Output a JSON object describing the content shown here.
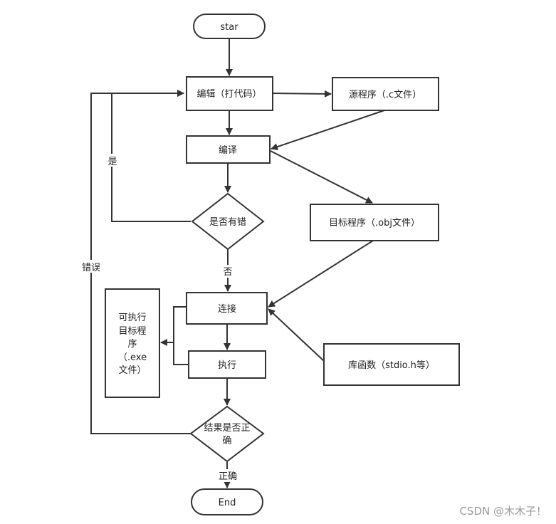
{
  "nodes": {
    "start": "star",
    "edit": "编辑（打代码）",
    "source": "源程序（.c文件）",
    "compile": "编译",
    "has_error": "是否有错",
    "object": "目标程序（.obj文件）",
    "link": "连接",
    "exe": [
      "可执行",
      "目标程",
      "序",
      "（.exe",
      "文件）"
    ],
    "execute": "执行",
    "library": "库函数（stdio.h等）",
    "correct": [
      "结果是否正",
      "确"
    ],
    "end": "End"
  },
  "edge_labels": {
    "yes": "是",
    "no": "否",
    "error": "错误",
    "correct": "正确"
  },
  "watermark": "CSDN @木木子！",
  "colors": {
    "stroke": "#333333",
    "text": "#222222",
    "watermark": "#9a9a9a"
  }
}
